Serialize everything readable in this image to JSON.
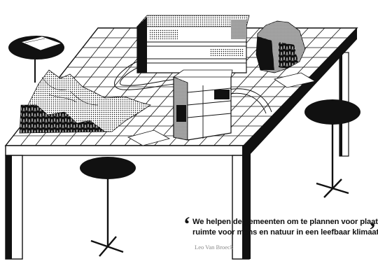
{
  "quote": {
    "open_mark": "‘",
    "close_mark": "’",
    "line1": "We helpen de gemeenten om te plannen voor plaats:",
    "line2": "ruimte voor mens en natuur in een leefbaar klimaat.",
    "author": "Leo Van Broeck"
  },
  "colors": {
    "ink": "#111111",
    "paper": "#ffffff",
    "caption": "#8a8a8a"
  }
}
